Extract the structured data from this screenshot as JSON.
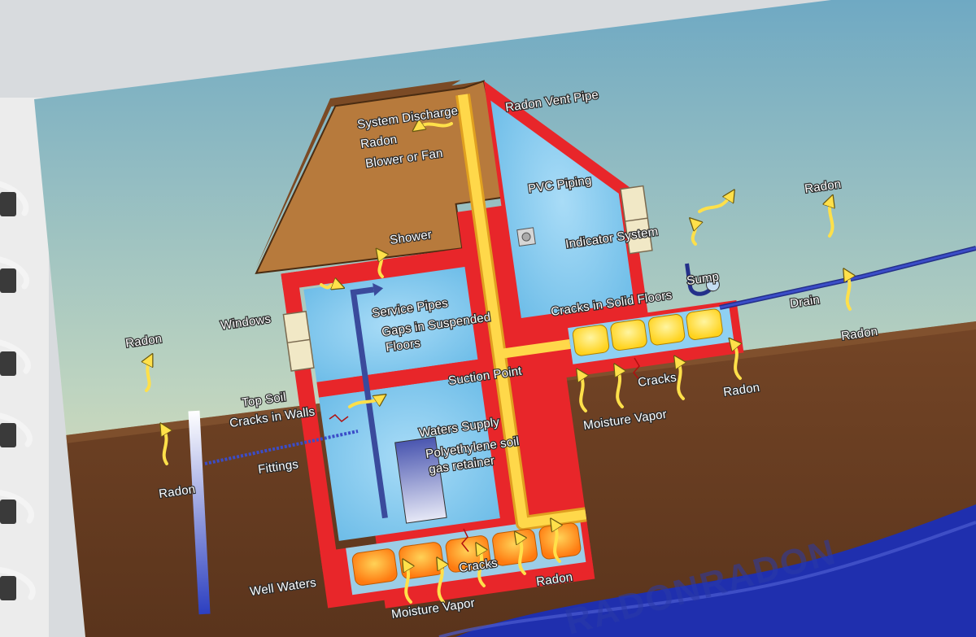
{
  "labels": {
    "system_discharge": "System Discharge",
    "radon_roof": "Radon",
    "blower_or_fan": "Blower or Fan",
    "radon_vent_pipe": "Radon Vent Pipe",
    "pvc_piping": "PVC Piping",
    "radon_right_air": "Radon",
    "shower": "Shower",
    "indicator_system": "Indicator System",
    "sump": "Sump",
    "service_pipes": "Service Pipes",
    "cracks_in_solid_floors": "Cracks in Solid Floors",
    "windows": "Windows",
    "gaps_line1": "Gaps in Suspended",
    "gaps_line2": "Floors",
    "drain": "Drain",
    "radon_left_air": "Radon",
    "radon_right_ground": "Radon",
    "suction_point": "Suction Point",
    "cracks_right": "Cracks",
    "top_soil": "Top Soil",
    "radon_under_right": "Radon",
    "cracks_in_walls": "Cracks in Walls",
    "moisture_vapor_right": "Moisture Vapor",
    "waters_supply": "Waters Supply",
    "polyethylene_line1": "Polyethylene soil",
    "polyethylene_line2": "gas retainer",
    "fittings": "Fittings",
    "radon_left_ground": "Radon",
    "cracks_bottom": "Cracks",
    "radon_bottom": "Radon",
    "well_waters": "Well Waters",
    "moisture_vapor_bottom": "Moisture Vapor",
    "watermark": "RADONRADON"
  },
  "colors": {
    "sky_top": "#7fb4c9",
    "sky_bottom": "#efe6b8",
    "soil": "#6b3f22",
    "wall_red": "#e8262a",
    "room_blue": "#8fd0f2",
    "roof_brown": "#b77a3c",
    "gravel_orange": "#ff9b1e",
    "gravel_yellow": "#ffe23a",
    "pipe_yellow": "#ffd84a",
    "water_blue": "#1f2fae",
    "arrow_yellow": "#ffe04a"
  }
}
